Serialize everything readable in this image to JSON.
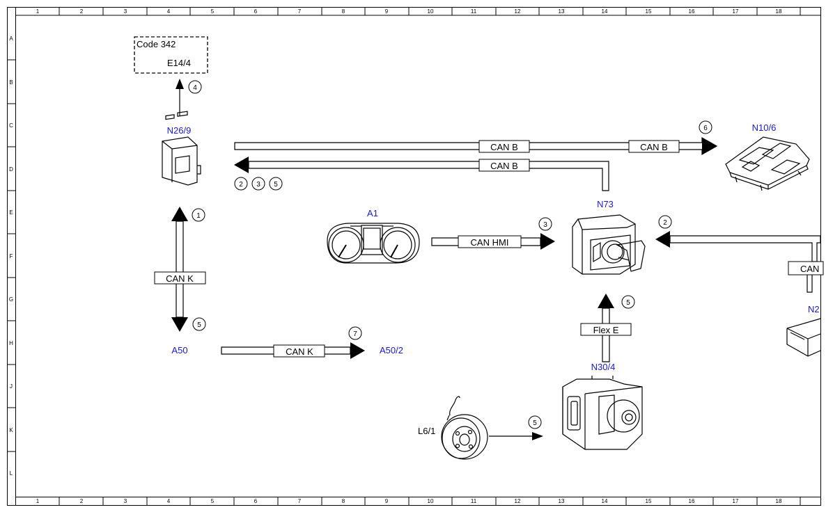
{
  "ruler": {
    "columns": [
      "1",
      "2",
      "3",
      "4",
      "5",
      "6",
      "7",
      "8",
      "9",
      "10",
      "11",
      "12",
      "13",
      "14",
      "15",
      "16",
      "17",
      "18"
    ],
    "rows": [
      "A",
      "B",
      "C",
      "D",
      "E",
      "F",
      "G",
      "H",
      "J",
      "K",
      "L"
    ]
  },
  "code_box": {
    "line1": "Code 342",
    "line2": "E14/4"
  },
  "components": {
    "n26_9": "N26/9",
    "n10_6": "N10/6",
    "a1": "A1",
    "n73": "N73",
    "a50": "A50",
    "a50_2": "A50/2",
    "n30_4": "N30/4",
    "l6_1": "L6/1",
    "n2_partial": "N2"
  },
  "bus_labels": {
    "can_b_1": "CAN B",
    "can_b_2": "CAN B",
    "can_b_3": "CAN B",
    "can_hmi": "CAN HMI",
    "can_k_vertical": "CAN K",
    "can_k_horizontal": "CAN K",
    "flex_e": "Flex E",
    "can_partial": "CAN"
  },
  "numbers": {
    "n4": "4",
    "n6": "6",
    "n2a": "2",
    "n3a": "3",
    "n5a": "5",
    "n1": "1",
    "n5b": "5",
    "n3b": "3",
    "n2b": "2",
    "n5c": "5",
    "n7": "7",
    "n5d": "5"
  }
}
